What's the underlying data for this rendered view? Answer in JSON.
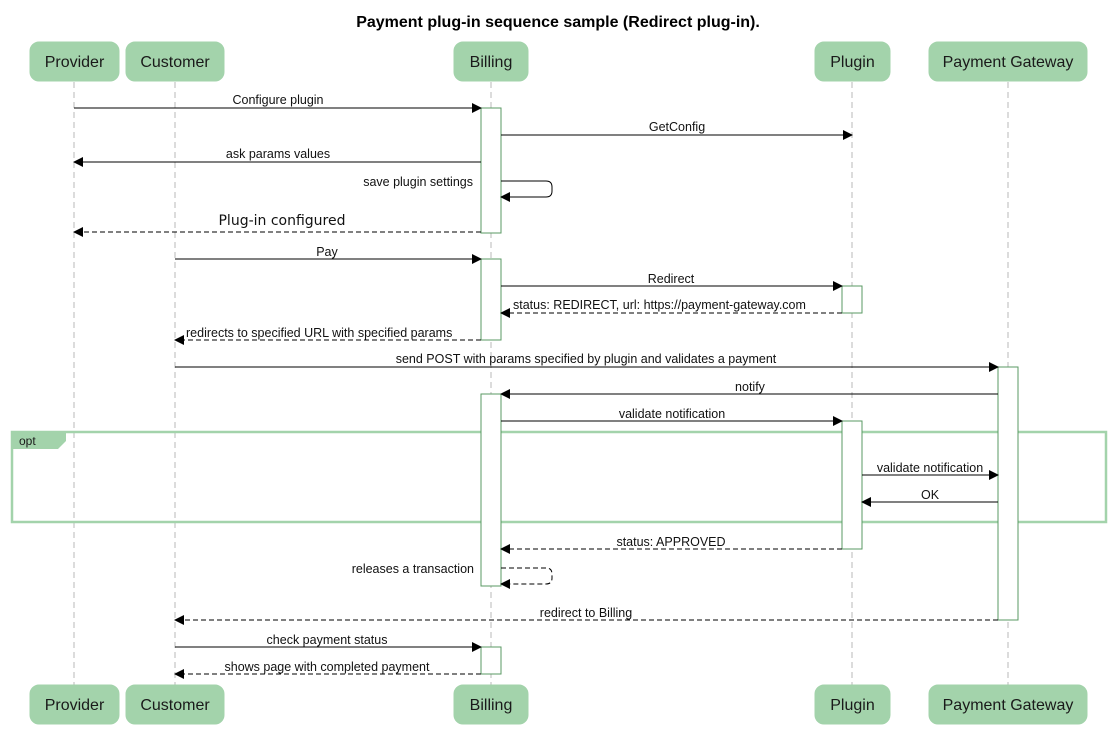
{
  "title": "Payment plug-in sequence sample (Redirect plug-in).",
  "colors": {
    "actor_fill": "#a3d3ab",
    "activation_stroke": "#5a9a63",
    "lifeline": "#b8b8b8",
    "opt_frame": "#a3d3ab"
  },
  "participants": [
    {
      "id": "provider",
      "label": "Provider"
    },
    {
      "id": "customer",
      "label": "Customer"
    },
    {
      "id": "billing",
      "label": "Billing"
    },
    {
      "id": "plugin",
      "label": "Plugin"
    },
    {
      "id": "gateway",
      "label": "Payment Gateway"
    }
  ],
  "fragments": [
    {
      "kind": "opt",
      "label": "opt"
    }
  ],
  "messages": [
    {
      "from": "provider",
      "to": "billing",
      "label": "Configure plugin",
      "style": "solid"
    },
    {
      "from": "billing",
      "to": "plugin",
      "label": "GetConfig",
      "style": "solid"
    },
    {
      "from": "billing",
      "to": "provider",
      "label": "ask params values",
      "style": "solid"
    },
    {
      "from": "billing",
      "to": "billing",
      "label": "save plugin settings",
      "style": "solid"
    },
    {
      "from": "billing",
      "to": "provider",
      "label": "Plug-in configured",
      "style": "dashed"
    },
    {
      "from": "customer",
      "to": "billing",
      "label": "Pay",
      "style": "solid"
    },
    {
      "from": "billing",
      "to": "plugin",
      "label": "Redirect",
      "style": "solid"
    },
    {
      "from": "plugin",
      "to": "billing",
      "label": "status: REDIRECT, url: https://payment-gateway.com",
      "style": "dashed"
    },
    {
      "from": "billing",
      "to": "customer",
      "label": "redirects to specified URL with specified params",
      "style": "dashed"
    },
    {
      "from": "customer",
      "to": "gateway",
      "label": "send POST with params specified by plugin and validates a payment",
      "style": "solid"
    },
    {
      "from": "gateway",
      "to": "billing",
      "label": "notify",
      "style": "solid"
    },
    {
      "from": "billing",
      "to": "plugin",
      "label": "validate notification",
      "style": "solid"
    },
    {
      "from": "plugin",
      "to": "gateway",
      "label": "validate notification",
      "style": "solid"
    },
    {
      "from": "gateway",
      "to": "plugin",
      "label": "OK",
      "style": "solid"
    },
    {
      "from": "plugin",
      "to": "billing",
      "label": "status: APPROVED",
      "style": "dashed"
    },
    {
      "from": "billing",
      "to": "billing",
      "label": "releases a transaction",
      "style": "dashed"
    },
    {
      "from": "gateway",
      "to": "customer",
      "label": "redirect to Billing",
      "style": "dashed"
    },
    {
      "from": "customer",
      "to": "billing",
      "label": "check payment status",
      "style": "solid"
    },
    {
      "from": "billing",
      "to": "customer",
      "label": "shows page with completed payment",
      "style": "dashed"
    }
  ]
}
